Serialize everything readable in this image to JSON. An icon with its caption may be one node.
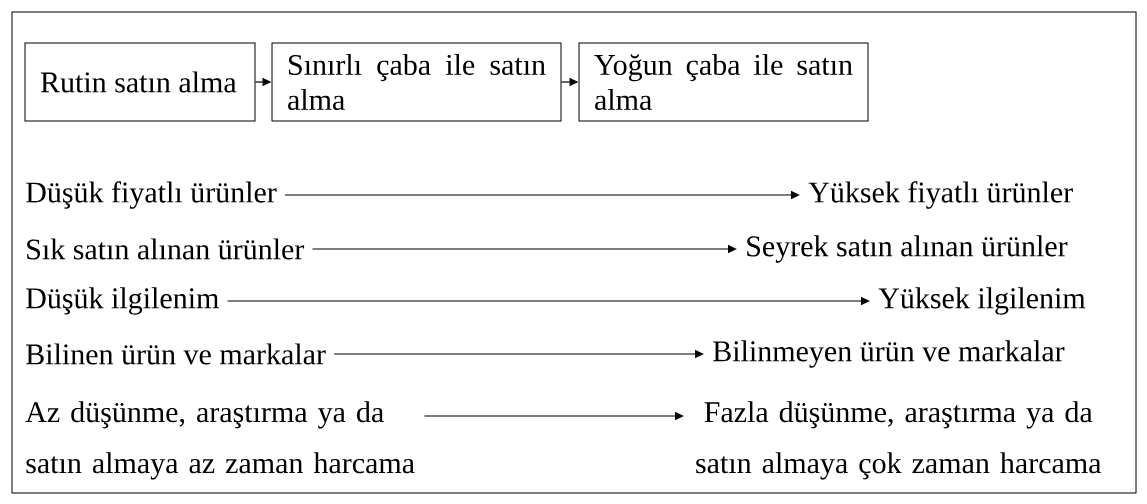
{
  "diagram": {
    "nodes": [
      {
        "text": [
          "Rutin satın alma"
        ]
      },
      {
        "text": [
          "Sınırlı çaba ile satın alma"
        ]
      },
      {
        "text": [
          "Yoğun çaba ile satın alma"
        ]
      },
      {
        "text": [
          "Düşük fiyatlı ürünler"
        ]
      },
      {
        "text": [
          "Yüksek fiyatlı ürünler"
        ]
      },
      {
        "text": [
          "Sık satın alınan ürünler"
        ]
      },
      {
        "text": [
          "Seyrek satın alınan ürünler"
        ]
      },
      {
        "text": [
          "Düşük ilgilenim"
        ]
      },
      {
        "text": [
          "Yüksek ilgilenim"
        ]
      },
      {
        "text": [
          "Bilinen ürün ve markalar"
        ]
      },
      {
        "text": [
          "Bilinmeyen ürün ve markalar"
        ]
      },
      {
        "text": [
          "Az düşünme, araştırma ya da satın almaya az zaman harcama"
        ]
      },
      {
        "text": [
          "Fazla düşünme, araştırma ya da satın almaya çok zaman harcama"
        ]
      }
    ],
    "edges": [
      {
        "from": 0,
        "to": 1,
        "arrow": "to"
      },
      {
        "from": 1,
        "to": 2,
        "arrow": "to"
      },
      {
        "from": 3,
        "to": 4,
        "arrow": "to"
      },
      {
        "from": 5,
        "to": 6,
        "arrow": "to"
      },
      {
        "from": 7,
        "to": 8,
        "arrow": "to"
      },
      {
        "from": 9,
        "to": 10,
        "arrow": "to"
      },
      {
        "from": 11,
        "to": 12,
        "arrow": "to"
      }
    ]
  }
}
